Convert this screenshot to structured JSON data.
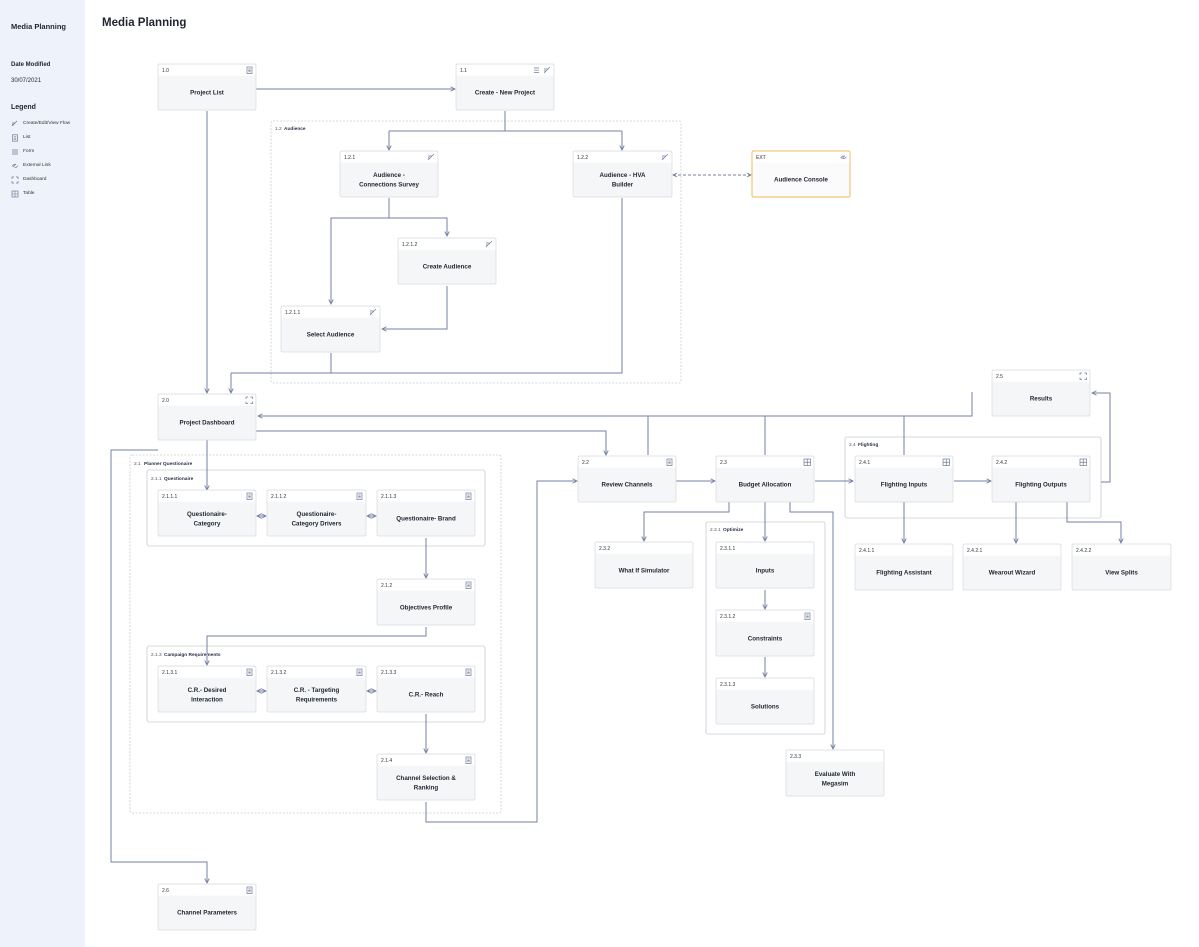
{
  "sidebar": {
    "title": "Media Planning",
    "date_label": "Date Modified",
    "date_value": "30/07/2021",
    "legend_title": "Legend",
    "legend": [
      {
        "label": "Create/Edit/View Flow",
        "icon": "flow-icon"
      },
      {
        "label": "List",
        "icon": "list-icon"
      },
      {
        "label": "Form",
        "icon": "form-icon"
      },
      {
        "label": "External Link",
        "icon": "link-icon"
      },
      {
        "label": "Dashboard",
        "icon": "dashboard-icon"
      },
      {
        "label": "Table",
        "icon": "table-icon"
      }
    ]
  },
  "page_title": "Media Planning",
  "diagram": {
    "groups": [
      {
        "key": "audience",
        "id": "1.2",
        "label": "Audience"
      },
      {
        "key": "planner",
        "id": "2.1",
        "label": "Planner Questionaire"
      },
      {
        "key": "questionaire",
        "id": "2.1.1",
        "label": "Questionaire"
      },
      {
        "key": "campaign",
        "id": "2.1.3",
        "label": "Campaign Requirements"
      },
      {
        "key": "optimize",
        "id": "2.3.1",
        "label": "Optimize"
      },
      {
        "key": "flighting",
        "id": "2.4",
        "label": "Flighting"
      }
    ],
    "nodes": [
      {
        "key": "n1_0",
        "id": "1.0",
        "label": [
          "Project List"
        ],
        "icon": "list-icon"
      },
      {
        "key": "n1_1",
        "id": "1.1",
        "label": [
          "Create - New Project"
        ],
        "icon": "form-flow-icon"
      },
      {
        "key": "n1_2_1",
        "id": "1.2.1",
        "label": [
          "Audience -",
          "Connections Survey"
        ],
        "icon": "flow-icon"
      },
      {
        "key": "n1_2_2",
        "id": "1.2.2",
        "label": [
          "Audience - HVA",
          "Builder"
        ],
        "icon": "flow-icon"
      },
      {
        "key": "next",
        "id": "EXT",
        "label": [
          "Audience Console"
        ],
        "icon": "link-icon"
      },
      {
        "key": "n1_2_1_2",
        "id": "1.2.1.2",
        "label": [
          "Create Audience"
        ],
        "icon": "flow-icon"
      },
      {
        "key": "n1_2_1_1",
        "id": "1.2.1.1",
        "label": [
          "Select Audience"
        ],
        "icon": "flow-icon"
      },
      {
        "key": "n2_0",
        "id": "2.0",
        "label": [
          "Project Dashboard"
        ],
        "icon": "dashboard-icon"
      },
      {
        "key": "n2_5",
        "id": "2.5",
        "label": [
          "Results"
        ],
        "icon": "dashboard-icon"
      },
      {
        "key": "n2_1_1_1",
        "id": "2.1.1.1",
        "label": [
          "Questionaire-",
          "Category"
        ],
        "icon": "list-icon"
      },
      {
        "key": "n2_1_1_2",
        "id": "2.1.1.2",
        "label": [
          "Questionaire-",
          "Category Drivers"
        ],
        "icon": "list-icon"
      },
      {
        "key": "n2_1_1_3",
        "id": "2.1.1.3",
        "label": [
          "Questionaire- Brand"
        ],
        "icon": "list-icon"
      },
      {
        "key": "n2_1_2",
        "id": "2.1.2",
        "label": [
          "Objectives Profile"
        ],
        "icon": "list-icon"
      },
      {
        "key": "n2_1_3_1",
        "id": "2.1.3.1",
        "label": [
          "C.R.- Desired",
          "Interaction"
        ],
        "icon": "list-icon"
      },
      {
        "key": "n2_1_3_2",
        "id": "2.1.3.2",
        "label": [
          "C.R. - Targeting",
          "Requirements"
        ],
        "icon": "list-icon"
      },
      {
        "key": "n2_1_3_3",
        "id": "2.1.3.3",
        "label": [
          "C.R.- Reach"
        ],
        "icon": "list-icon"
      },
      {
        "key": "n2_1_4",
        "id": "2.1.4",
        "label": [
          "Channel Selection &",
          "Ranking"
        ],
        "icon": "list-icon"
      },
      {
        "key": "n2_6",
        "id": "2.6",
        "label": [
          "Channel Parameters"
        ],
        "icon": "list-icon"
      },
      {
        "key": "n2_2",
        "id": "2.2",
        "label": [
          "Review Channels"
        ],
        "icon": "list-icon"
      },
      {
        "key": "n2_3",
        "id": "2.3",
        "label": [
          "Budget Allocation"
        ],
        "icon": "table-icon"
      },
      {
        "key": "n2_4_1",
        "id": "2.4.1",
        "label": [
          "Flighting Inputs"
        ],
        "icon": "table-icon"
      },
      {
        "key": "n2_4_2",
        "id": "2.4.2",
        "label": [
          "Flighting Outputs"
        ],
        "icon": "table-icon"
      },
      {
        "key": "n2_3_2",
        "id": "2.3.2",
        "label": [
          "What If Simulator"
        ],
        "icon": ""
      },
      {
        "key": "n2_3_1_1",
        "id": "2.3.1.1",
        "label": [
          "Inputs"
        ],
        "icon": ""
      },
      {
        "key": "n2_3_1_2",
        "id": "2.3.1.2",
        "label": [
          "Constraints"
        ],
        "icon": "list-icon"
      },
      {
        "key": "n2_3_1_3",
        "id": "2.3.1.3",
        "label": [
          "Solutions"
        ],
        "icon": ""
      },
      {
        "key": "n2_3_3",
        "id": "2.3.3",
        "label": [
          "Evaluate With",
          "Megasim"
        ],
        "icon": ""
      },
      {
        "key": "n2_4_1_1",
        "id": "2.4.1.1",
        "label": [
          "Flighting Assistant"
        ],
        "icon": ""
      },
      {
        "key": "n2_4_2_1",
        "id": "2.4.2.1",
        "label": [
          "Wearout Wizard"
        ],
        "icon": ""
      },
      {
        "key": "n2_4_2_2",
        "id": "2.4.2.2",
        "label": [
          "View Splits"
        ],
        "icon": ""
      }
    ]
  }
}
